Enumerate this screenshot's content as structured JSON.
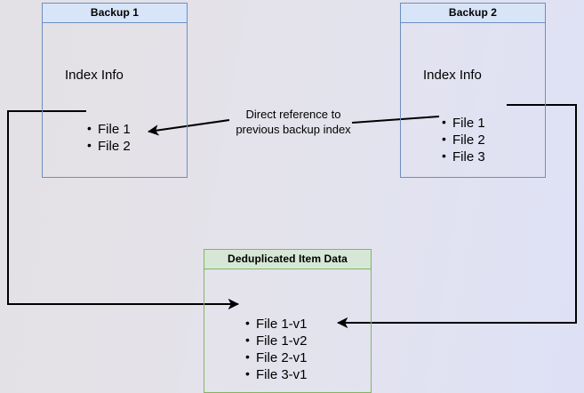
{
  "diagram": {
    "title": "Backup deduplication reference diagram",
    "background": {
      "from": "#e3e1e5",
      "to": "#dee1f6"
    },
    "colors": {
      "blue_border": "#6d8ec0",
      "blue_header_fill": "#d8e4f7",
      "green_border": "#83b366",
      "green_header_fill": "#d6e8d5",
      "edge_stroke": "#000000"
    }
  },
  "backup1": {
    "header": "Backup 1",
    "index_label": "Index Info",
    "files": [
      "File 1",
      "File 2"
    ]
  },
  "backup2": {
    "header": "Backup 2",
    "index_label": "Index Info",
    "files": [
      "File 1",
      "File 2",
      "File 3"
    ]
  },
  "dedup": {
    "header": "Deduplicated Item Data",
    "items": [
      "File 1-v1",
      "File 1-v2",
      "File 2-v1",
      "File 3-v1"
    ]
  },
  "caption": {
    "text": "Direct reference to\nprevious backup index"
  },
  "edges": [
    {
      "name": "backup2-index-to-caption",
      "from": "Backup 2 File 2",
      "to": "caption",
      "arrowhead": "none"
    },
    {
      "name": "caption-to-backup1-file2",
      "from": "caption",
      "to": "Backup 1 File 2",
      "arrowhead": "end"
    },
    {
      "name": "backup1-file1-to-dedup-file1v1",
      "from": "Backup 1 File 1",
      "to": "Deduplicated Item Data File 1-v1",
      "arrowhead": "end"
    },
    {
      "name": "backup2-file1-to-dedup-file1v2",
      "from": "Backup 2 File 1",
      "to": "Deduplicated Item Data File 1-v2",
      "arrowhead": "end"
    }
  ]
}
